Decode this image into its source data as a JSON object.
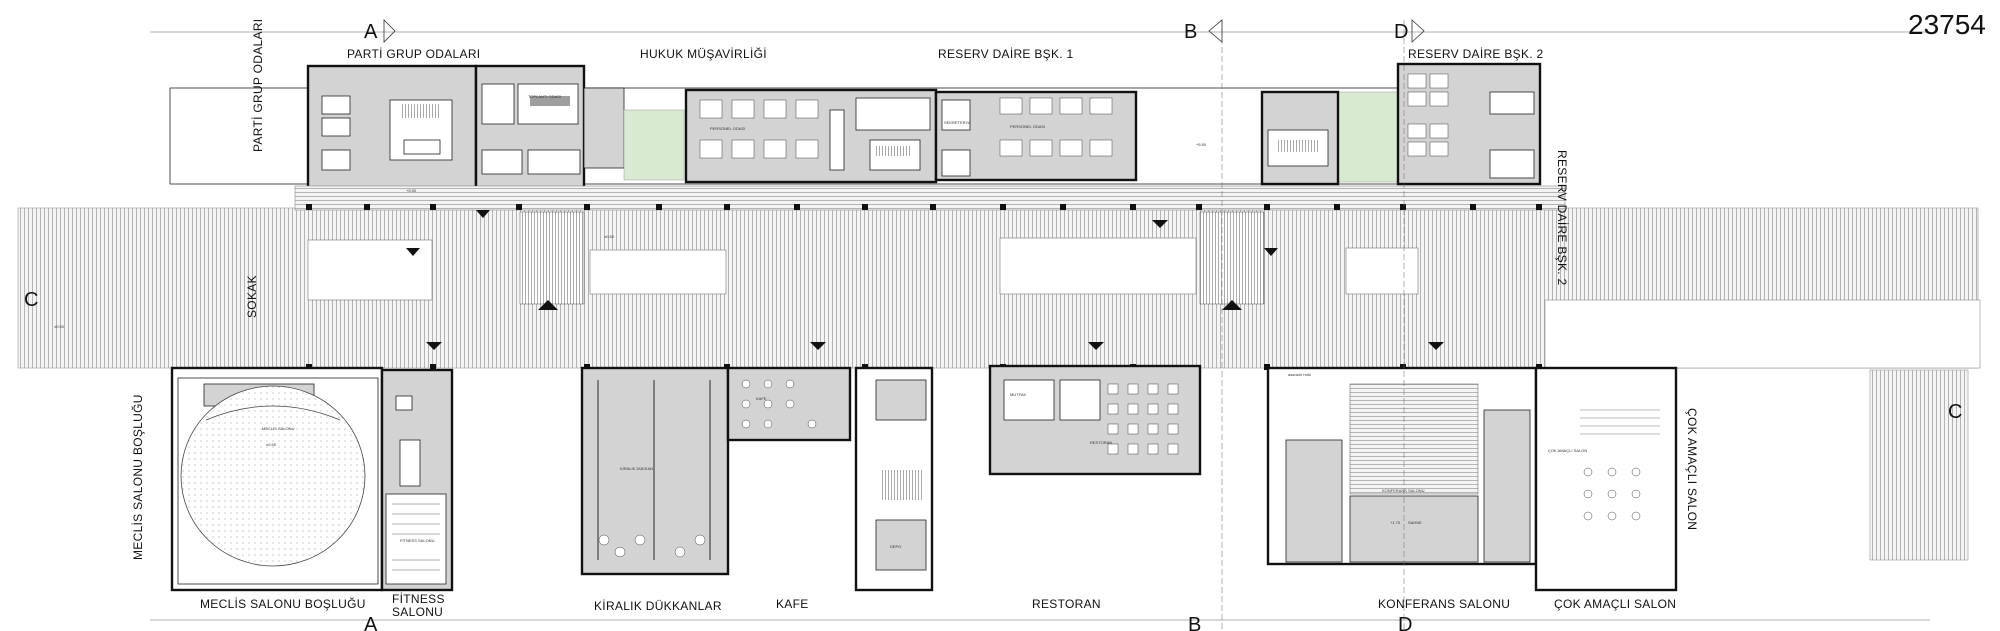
{
  "sheet_number": "23754",
  "section_markers": [
    "A",
    "B",
    "D",
    "C"
  ],
  "top_labels": {
    "parti_grup": "PARTİ GRUP ODALARI",
    "hukuk": "HUKUK MÜŞAVİRLİĞİ",
    "reserv1": "RESERV DAİRE BŞK. 1",
    "reserv2": "RESERV DAİRE BŞK. 2"
  },
  "side_labels": {
    "parti_grup_vertical": "PARTİ GRUP ODALARI",
    "reserv2_vertical": "RESERV DAİRE BŞK. 2",
    "sokak": "SOKAK",
    "meclis_bosl_vertical": "MECLİS SALONU BOŞLUĞU",
    "cok_amacli_vertical": "ÇOK AMAÇLI SALON"
  },
  "bottom_labels": {
    "meclis": "MECLİS SALONU BOŞLUĞU",
    "fitness_1": "FİTNESS",
    "fitness_2": "SALONU",
    "kiralik": "KİRALIK DÜKKANLAR",
    "kafe": "KAFE",
    "restoran": "RESTORAN",
    "konferans": "KONFERANS SALONU",
    "cok_amacli": "ÇOK AMAÇLI SALON"
  },
  "room_labels": {
    "meclis_salonu": "MECLİS SALONU",
    "meclis_level": "±0.50",
    "fitness_salonu": "FİTNESS SALONU",
    "konferans_salonu": "KONFERANS SALONU",
    "sahne": "SAHNE",
    "sahne_level": "+1.70",
    "restoran": "RESTORAN",
    "kafe": "KAFE",
    "cok_amacli": "ÇOK AMAÇLI SALON",
    "mutfak": "MUTFAK",
    "personel_odasi": "PERSONEL ODASI",
    "toplanti": "TOPLANTI ODASI",
    "sekreter": "SEKRETERYA",
    "asansor": "asansör holü",
    "kiralik_dukkan": "KİRALIK DÜKKAN",
    "depo": "DEPO"
  },
  "levels": {
    "main": "±0.50",
    "upper": "+5.50"
  }
}
